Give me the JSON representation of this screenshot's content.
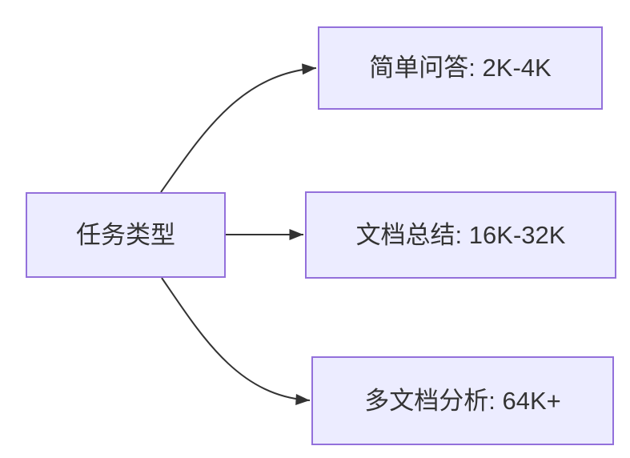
{
  "diagram": {
    "type": "flowchart",
    "direction": "left-to-right",
    "root": {
      "id": "task-type",
      "label": "任务类型"
    },
    "branches": [
      {
        "id": "simple-qa",
        "label": "简单问答: 2K-4K"
      },
      {
        "id": "doc-summary",
        "label": "文档总结: 16K-32K"
      },
      {
        "id": "multi-doc-analysis",
        "label": "多文档分析: 64K+"
      }
    ],
    "edges": [
      {
        "from": "task-type",
        "to": "simple-qa"
      },
      {
        "from": "task-type",
        "to": "doc-summary"
      },
      {
        "from": "task-type",
        "to": "multi-doc-analysis"
      }
    ],
    "colors": {
      "node_fill": "#ECECFF",
      "node_border": "#9370DB",
      "edge_stroke": "#333333",
      "text": "#333333",
      "background": "#FFFFFF"
    }
  }
}
